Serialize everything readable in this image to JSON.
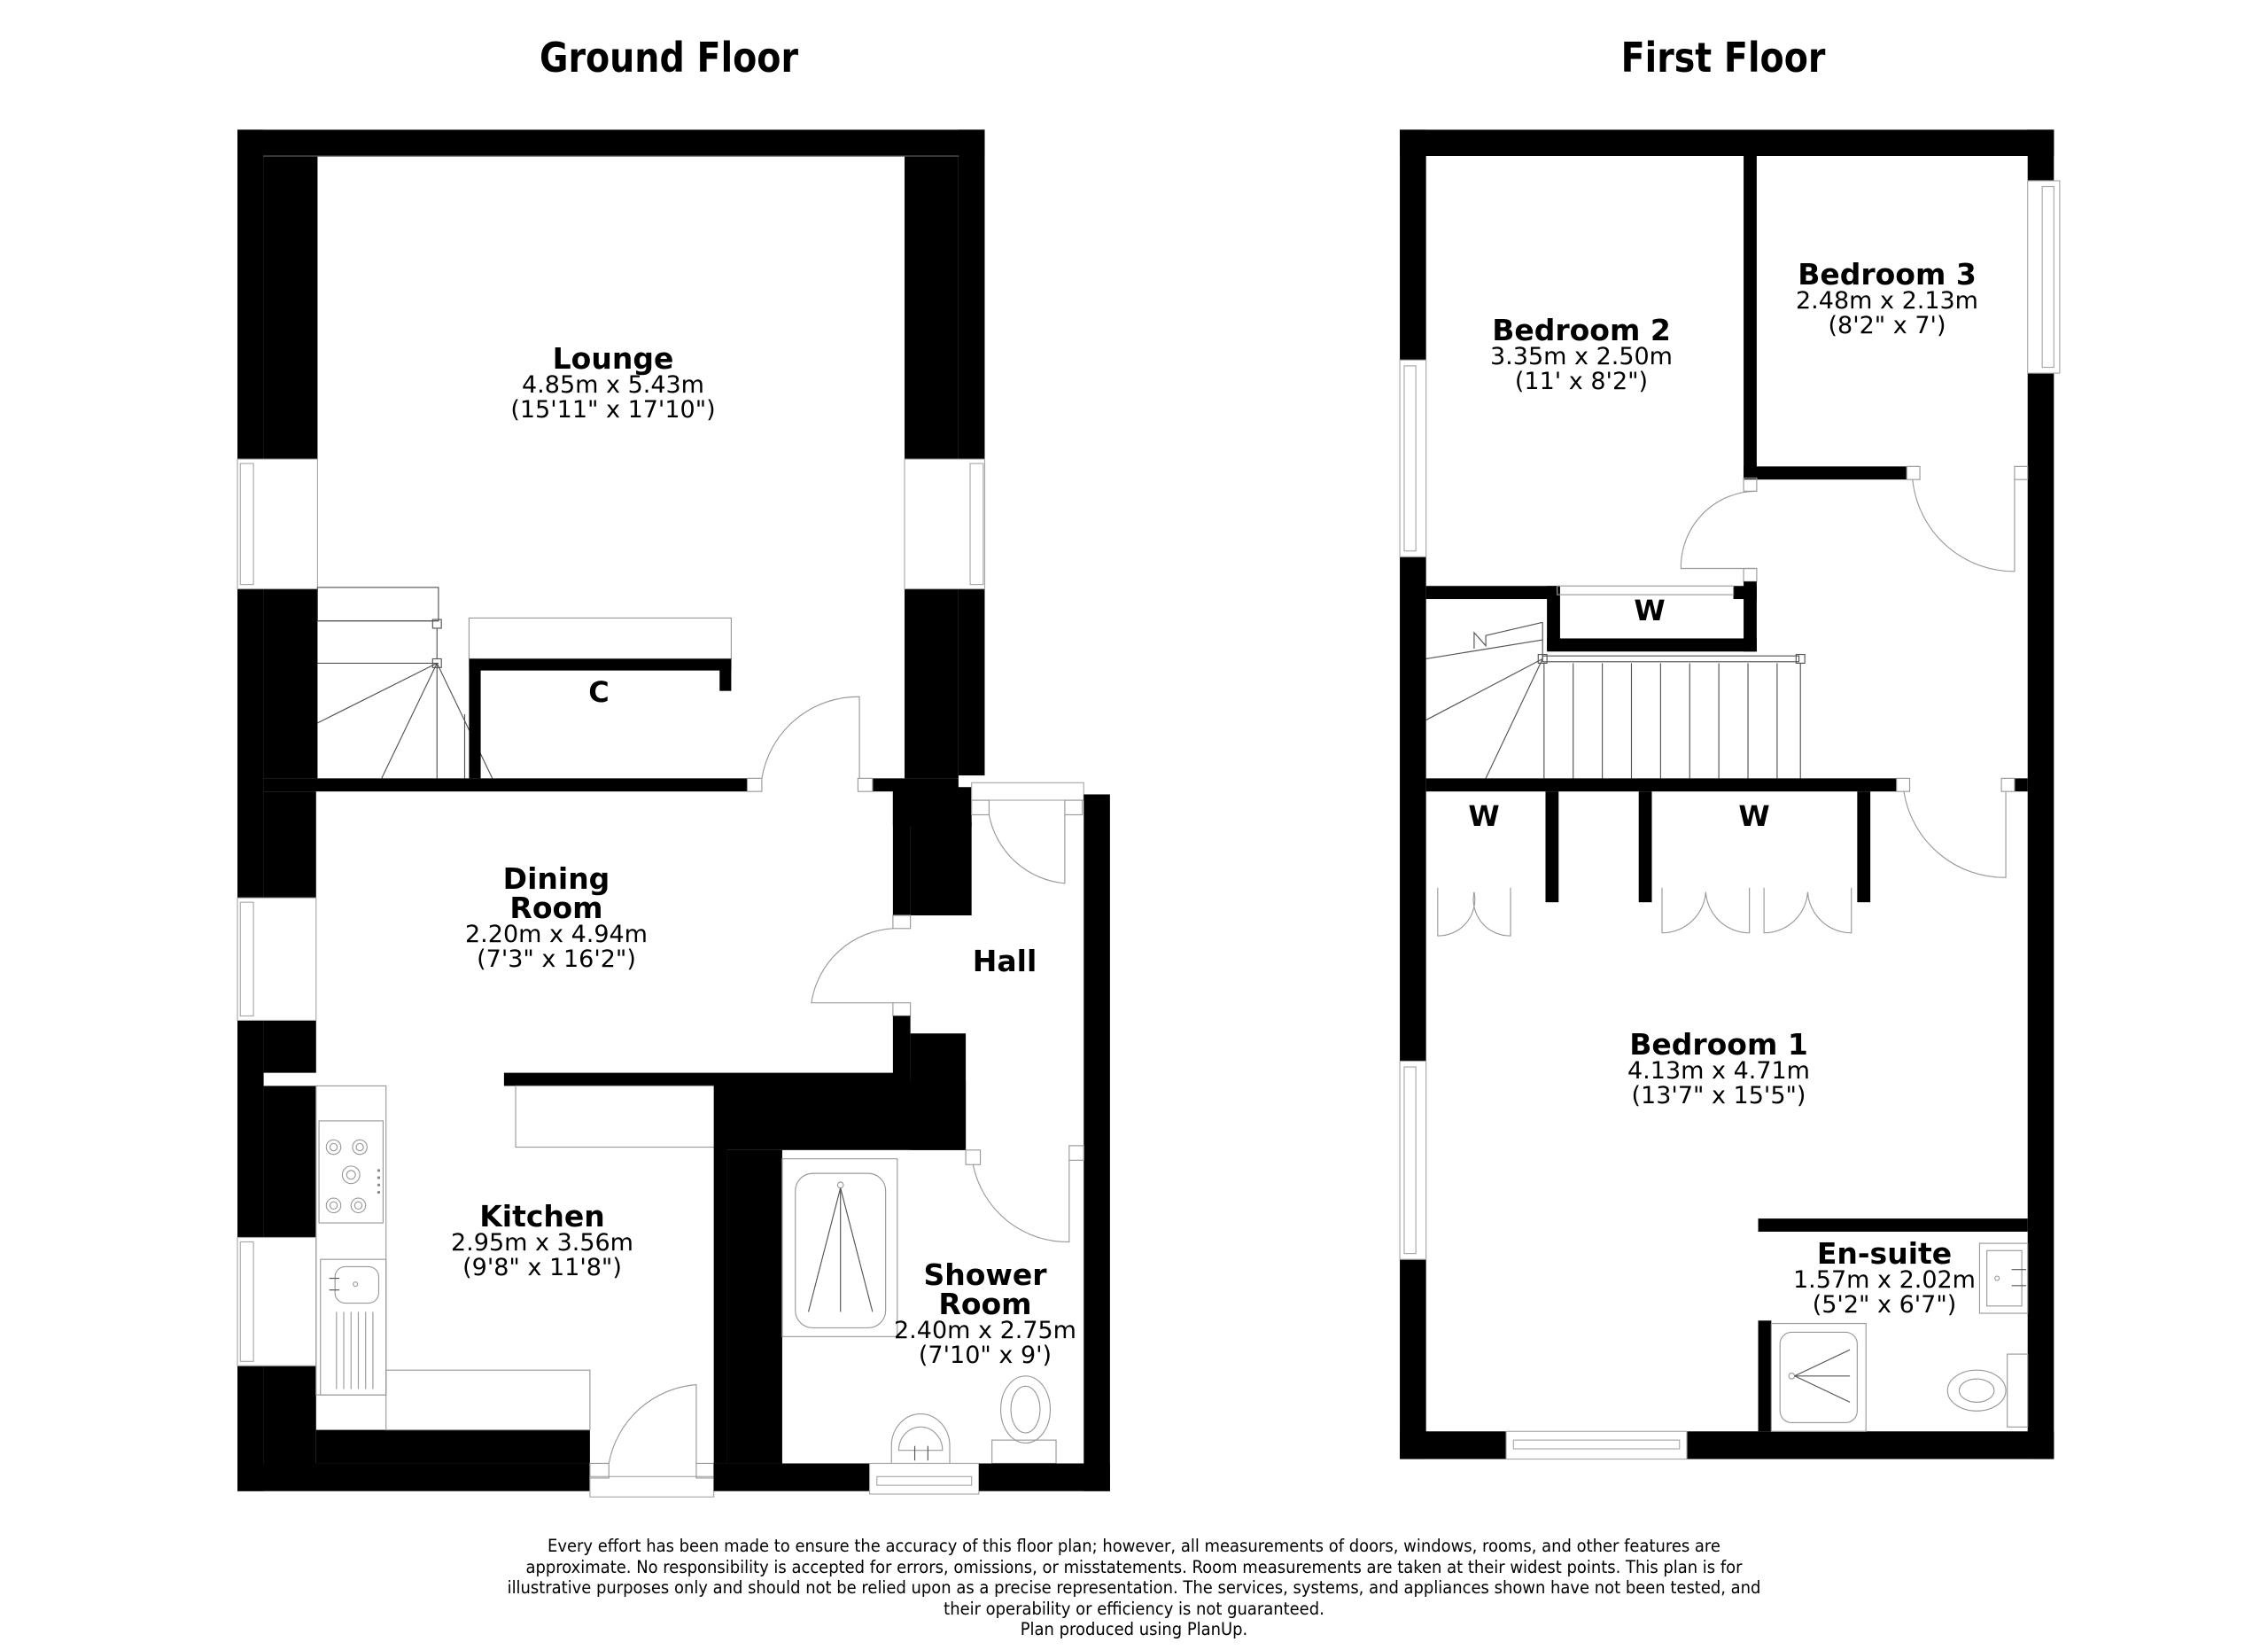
{
  "floors": [
    {
      "title": "Ground Floor",
      "rooms": [
        {
          "name": "Lounge",
          "dim_m": "4.85m x 5.43m",
          "dim_ft": "(15'11\" x 17'10\")"
        },
        {
          "name": "Dining\nRoom",
          "name_line1": "Dining",
          "name_line2": "Room",
          "dim_m": "2.20m x 4.94m",
          "dim_ft": "(7'3\" x 16'2\")"
        },
        {
          "name": "Hall"
        },
        {
          "name": "Kitchen",
          "dim_m": "2.95m x 3.56m",
          "dim_ft": "(9'8\" x 11'8\")"
        },
        {
          "name": "Shower Room",
          "name_line1": "Shower",
          "name_line2": "Room",
          "dim_m": "2.40m x 2.75m",
          "dim_ft": "(7'10\" x 9')"
        }
      ],
      "cupboards": [
        {
          "label": "C"
        }
      ]
    },
    {
      "title": "First Floor",
      "rooms": [
        {
          "name": "Bedroom 2",
          "dim_m": "3.35m x 2.50m",
          "dim_ft": "(11' x 8'2\")"
        },
        {
          "name": "Bedroom 3",
          "dim_m": "2.48m x 2.13m",
          "dim_ft": "(8'2\" x 7')"
        },
        {
          "name": "Bedroom 1",
          "dim_m": "4.13m x 4.71m",
          "dim_ft": "(13'7\" x 15'5\")"
        },
        {
          "name": "En-suite",
          "dim_m": "1.57m x 2.02m",
          "dim_ft": "(5'2\" x 6'7\")"
        }
      ],
      "wardrobes": [
        {
          "label": "W"
        },
        {
          "label": "W"
        },
        {
          "label": "W"
        }
      ]
    }
  ],
  "disclaimer": {
    "lines": [
      "Every effort has been made to ensure the accuracy of this floor plan; however, all measurements of doors, windows, rooms, and other features are",
      "approximate. No responsibility is accepted for errors, omissions, or misstatements. Room measurements are taken at their widest points. This plan is for",
      "illustrative purposes only and should not be relied upon as a precise representation. The services, systems, and appliances shown have not been tested, and",
      "their operability or efficiency is not guaranteed."
    ],
    "credit": "Plan produced using PlanUp."
  }
}
